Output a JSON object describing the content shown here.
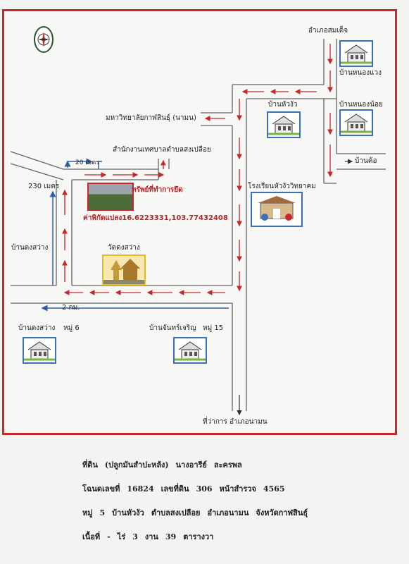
{
  "map": {
    "compass_icon": "compass-rose-icon",
    "labels": {
      "north_district": "อำเภอสมเด็จ",
      "ban_nong_waeng": "บ้านหนองแวง",
      "ban_nong_noi": "บ้านหนองน้อย",
      "ban_hua_ngua": "บ้านหัวงัว",
      "university": "มหาวิทยาลัยกาฬสินธุ์ (นามน)",
      "tambon_office": "สำนักงานเทศบาลตำบลสงเปลือย",
      "dist_20": "20 เมตร",
      "dist_230": "230 เมตร",
      "property": "ทรัพย์ที่ทำการยึด",
      "coords": "ค่าพิกัดแปลง16.6223331,103.77432408",
      "ban_khor": "บ้านค้อ",
      "school": "โรงเรียนหัวงัววิทยาคม",
      "ban_dong_sawang": "บ้านดงสว่าง",
      "wat_dong_sawang": "วัดดงสว่าง",
      "dist_2km": "2 กม.",
      "ban_dong_sawang_m6": "บ้านดงสว่าง",
      "moo6": "หมู่ 6",
      "ban_chan_charoen": "บ้านจันทร์เจริญ",
      "moo15": "หมู่ 15",
      "district_office": "ที่ว่าการ อำเภอนามน"
    },
    "colors": {
      "road": "#6a6a6a",
      "arrow_red": "#c8282c",
      "arrow_blue": "#2f5ea8",
      "frame": "#c8282c"
    }
  },
  "caption": {
    "line1": [
      "ที่ดิน",
      "(ปลูกมันสำปะหลัง)",
      "นางอารีย์",
      "ละครพล"
    ],
    "line2": [
      "โฉนดเลขที่",
      "16824",
      "เลขที่ดิน",
      "306",
      "หน้าสำรวจ",
      "4565"
    ],
    "line3": [
      "หมู่",
      "5",
      "บ้านหัวงัว",
      "ตำบลสงเปลือย",
      "อำเภอนามน",
      "จังหวัดกาฬสินธุ์"
    ],
    "line4": [
      "เนื้อที่",
      "-",
      "ไร่",
      "3",
      "งาน",
      "39",
      "ตารางวา"
    ]
  }
}
